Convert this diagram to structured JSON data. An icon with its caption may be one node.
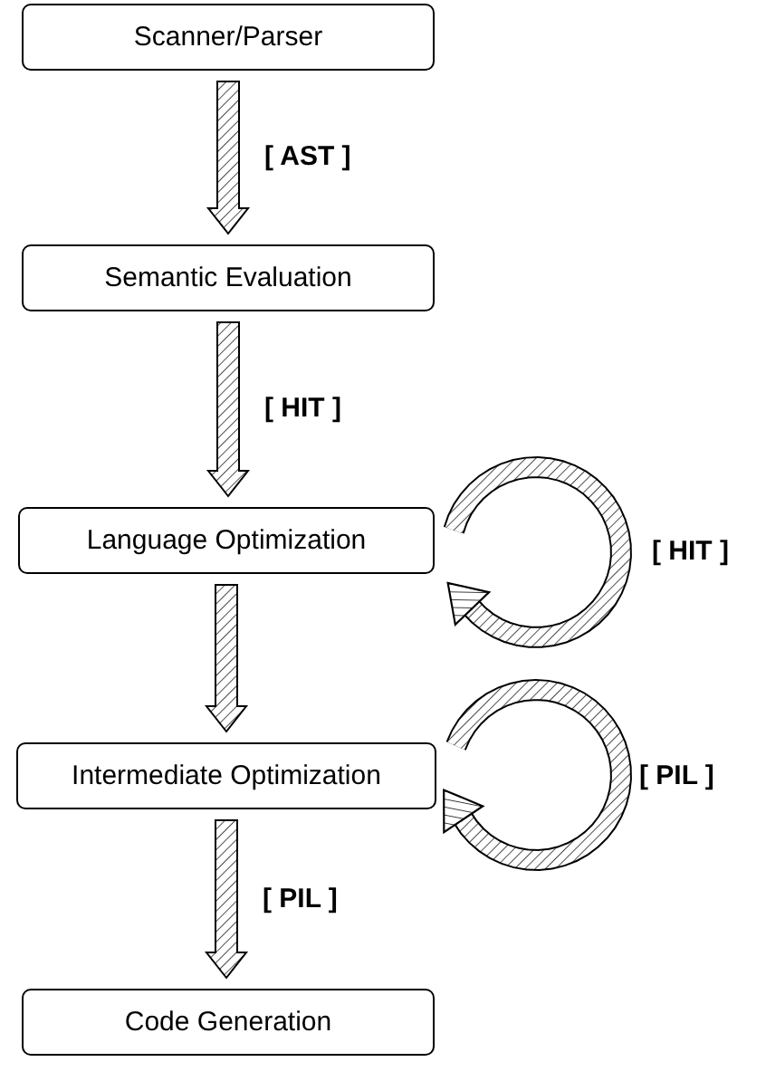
{
  "diagram": {
    "nodes": [
      {
        "text": [
          "Scanner/Parser"
        ]
      },
      {
        "text": [
          "Semantic Evaluation"
        ]
      },
      {
        "text": [
          "Language Optimization"
        ]
      },
      {
        "text": [
          "Intermediate Optimization"
        ]
      },
      {
        "text": [
          "Code Generation"
        ]
      }
    ],
    "edges": [
      {
        "from": 0,
        "to": 1,
        "arrow": "to",
        "label": "[ AST ]"
      },
      {
        "from": 1,
        "to": 2,
        "arrow": "to",
        "label": "[ HIT ]"
      },
      {
        "from": 2,
        "to": 2,
        "arrow": "to",
        "label": "[ HIT ]"
      },
      {
        "from": 2,
        "to": 3,
        "arrow": "to"
      },
      {
        "from": 3,
        "to": 3,
        "arrow": "to",
        "label": "[ PIL ]"
      },
      {
        "from": 3,
        "to": 4,
        "arrow": "to",
        "label": "[ PIL ]"
      }
    ]
  }
}
